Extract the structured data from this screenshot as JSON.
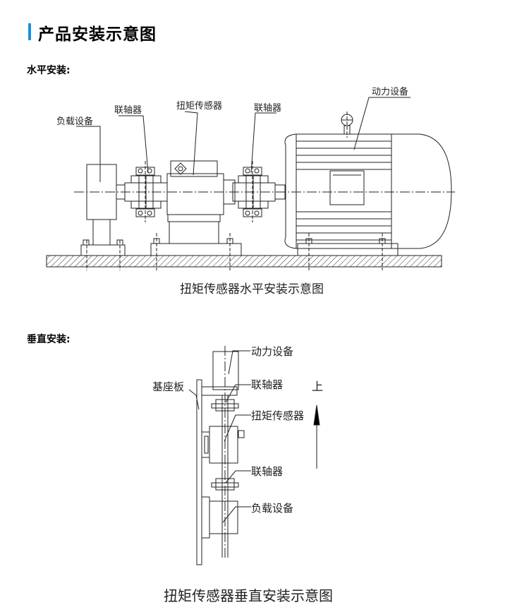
{
  "page": {
    "title": "产品安装示意图",
    "accent_color": "#1a8fe0"
  },
  "horizontal": {
    "section_label": "水平安装:",
    "labels": {
      "load_device": "负载设备",
      "coupling_left": "联轴器",
      "torque_sensor": "扭矩传感器",
      "coupling_right": "联轴器",
      "power_device": "动力设备"
    },
    "caption": "扭矩传感器水平安装示意图"
  },
  "vertical": {
    "section_label": "垂直安装:",
    "labels": {
      "power_device": "动力设备",
      "base_plate": "基座板",
      "coupling_top": "联轴器",
      "up": "上",
      "torque_sensor": "扭矩传感器",
      "coupling_bottom": "联轴器",
      "load_device": "负载设备"
    },
    "caption": "扭矩传感器垂直安装示意图"
  }
}
